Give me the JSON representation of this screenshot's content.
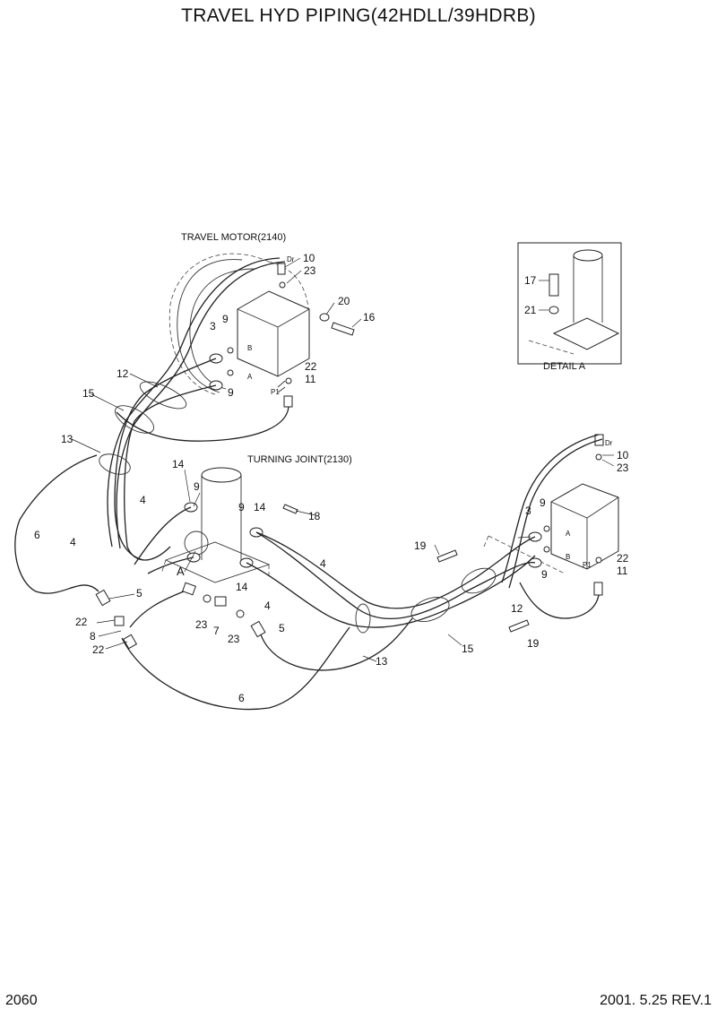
{
  "header": {
    "title": "TRAVEL HYD PIPING(42HDLL/39HDRB)"
  },
  "captions": {
    "travel_motor": "TRAVEL MOTOR(2140)",
    "turning_joint": "TURNING JOINT(2130)",
    "detail": "DETAIL A",
    "detail_marker": "A"
  },
  "port_labels": {
    "dr": "Dr",
    "a": "A",
    "b": "B",
    "p1": "P1"
  },
  "callouts": {
    "c10a": "10",
    "c23a": "23",
    "c20": "20",
    "c16": "16",
    "c3a": "3",
    "c9a": "9",
    "c22a": "22",
    "c11a": "11",
    "c9b": "9",
    "c12a": "12",
    "c15a": "15",
    "c13a": "13",
    "c14a": "14",
    "c9c": "9",
    "c4a": "4",
    "c6a": "6",
    "c4b": "4",
    "c9d": "9",
    "c14b": "14",
    "c18": "18",
    "c14c": "14",
    "c4c": "4",
    "c4d": "4",
    "c5a": "5",
    "c22b": "22",
    "c8": "8",
    "c22c": "22",
    "c23b": "23",
    "c7": "7",
    "c23c": "23",
    "c5b": "5",
    "c13b": "13",
    "c15b": "15",
    "c6b": "6",
    "c12b": "12",
    "c19a": "19",
    "c19b": "19",
    "c10b": "10",
    "c23d": "23",
    "c9e": "9",
    "c3b": "3",
    "c9f": "9",
    "c22d": "22",
    "c11b": "11",
    "c17": "17",
    "c21": "21"
  },
  "footer": {
    "page": "2060",
    "date_rev": "2001. 5.25  REV.1"
  }
}
